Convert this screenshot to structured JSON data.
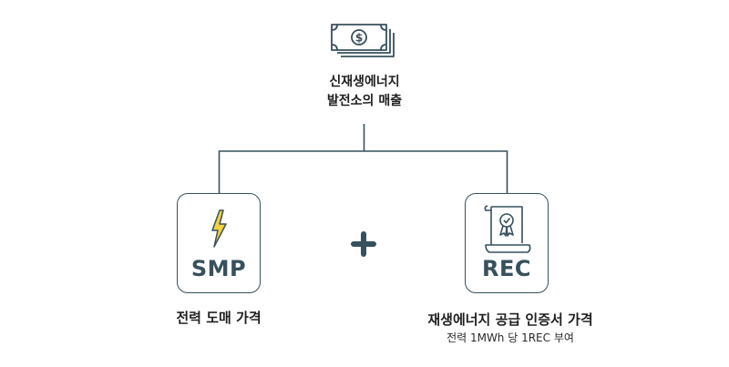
{
  "top": {
    "icon": "money-bills-icon",
    "title_line1": "신재생에너지",
    "title_line2": "발전소의 매출"
  },
  "left": {
    "icon": "lightning-icon",
    "label": "SMP",
    "caption": "전력 도매 가격"
  },
  "operator": {
    "icon": "plus-icon"
  },
  "right": {
    "icon": "certificate-document-icon",
    "label": "REC",
    "caption": "재생에너지 공급 인증서 가격",
    "subcaption": "전력 1MWh 당 1REC 부여"
  },
  "colors": {
    "stroke": "#37505d",
    "bolt_fill": "#f5d13f",
    "text": "#1f1f1f"
  }
}
